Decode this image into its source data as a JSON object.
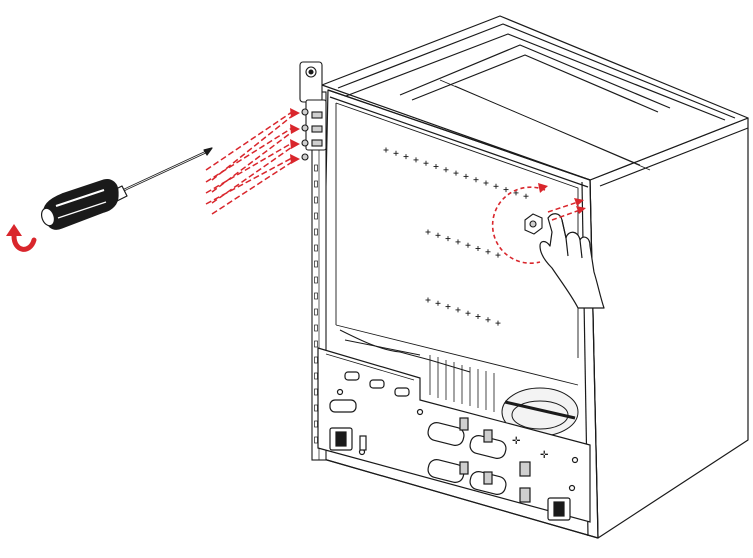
{
  "illustration": {
    "subject": "appliance-rear-panel-hinge-removal",
    "colors": {
      "outline": "#1a1a1a",
      "panel_face": "#ffffff",
      "shade": "#cfcfcf",
      "accent_red": "#d9262c"
    },
    "icons": [
      "screwdriver-icon",
      "rotate-counterclockwise-icon",
      "hand-icon",
      "bolt-icon",
      "hinge-icon"
    ],
    "rivet_rows": [
      {
        "id": "upper",
        "count": 15
      },
      {
        "id": "middle",
        "count": 8
      },
      {
        "id": "lower",
        "count": 8
      }
    ],
    "screw_arrows": {
      "hinge_screws": 4,
      "side_screw": 1
    }
  }
}
